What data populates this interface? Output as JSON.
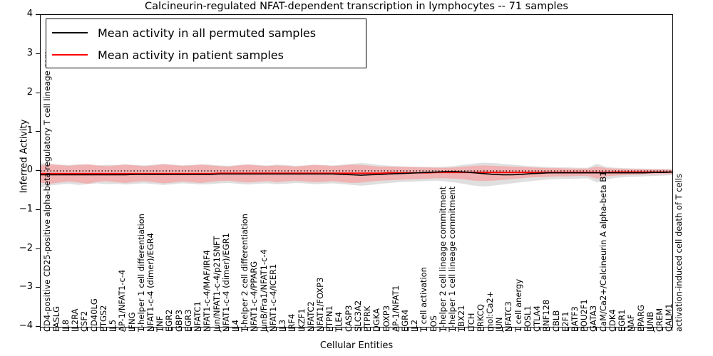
{
  "chart_data": {
    "type": "line",
    "title": "Calcineurin-regulated NFAT-dependent transcription in lymphocytes -- 71 samples",
    "xlabel": "Cellular Entities",
    "ylabel": "Inferred Activity",
    "ylim": [
      -4,
      4
    ],
    "yticks": [
      "4",
      "3",
      "2",
      "1",
      "0",
      "-1",
      "-2",
      "-3",
      "-4"
    ],
    "grid": false,
    "legend_position": "upper-left",
    "legend": [
      {
        "label": "Mean activity in all permuted samples",
        "color": "#000000"
      },
      {
        "label": "Mean activity in patient samples",
        "color": "#ff0000"
      }
    ],
    "categories": [
      "CD4-positive CD25-positive alpha-beta regulatory T cell lineage com",
      "FASLG",
      "IL8",
      "IL2RA",
      "CSF2",
      "CD40LG",
      "PTGS2",
      "IL5",
      "AP-1/NFAT1-c-4",
      "IFNG",
      "T-helper 1 cell differentiation",
      "NFAT1-c-4 (dimer)/EGR4",
      "TNF",
      "EGR2",
      "GBP3",
      "EGR3",
      "NFATC1",
      "NFAT1-c-4/MAF/IRF4",
      "Jun/NFAT1-c-4/p21SNFT",
      "NFAT1-c-4 (dimer)/EGR1",
      "IL4",
      "T-helper 2 cell differentiation",
      "NFAT1-c-4/PPARG",
      "JunB/Fra1/NFAT1-c-4",
      "NFAT1-c-4/ICER1",
      "IL3",
      "IRF4",
      "IKZF1",
      "NFATC2",
      "NFAT1/FOXP3",
      "PTPN1",
      "TLE4",
      "CASP3",
      "SLC3A2",
      "PTPRK",
      "DGKA",
      "FOXP3",
      "AP-1/NFAT1",
      "EGR4",
      "IL2",
      "T cell activation",
      "FOS",
      "T-helper 2 cell lineage commitment",
      "T-helper 1 cell lineage commitment",
      "TBX21",
      "ITCH",
      "PRKCQ",
      "mol:Ca2+",
      "JUN",
      "NFATC3",
      "T cell anergy",
      "FOSL1",
      "CTLA4",
      "RNF128",
      "CBLB",
      "E2F1",
      "BATF3",
      "POU2F1",
      "GATA3",
      "CaM/Ca2+/Calcineurin A alpha-beta B1",
      "CDK4",
      "EGR1",
      "MAF",
      "PPARG",
      "JUNB",
      "CREM",
      "CALM1",
      "activation-induced cell death of T cells"
    ],
    "series": [
      {
        "name": "Mean activity in all permuted samples",
        "color": "#000000",
        "values": [
          -0.1,
          -0.1,
          -0.1,
          -0.1,
          -0.1,
          -0.1,
          -0.1,
          -0.1,
          -0.1,
          -0.1,
          -0.09,
          -0.09,
          -0.09,
          -0.09,
          -0.09,
          -0.09,
          -0.09,
          -0.09,
          -0.09,
          -0.08,
          -0.08,
          -0.08,
          -0.08,
          -0.08,
          -0.08,
          -0.08,
          -0.08,
          -0.08,
          -0.08,
          -0.08,
          -0.08,
          -0.08,
          -0.09,
          -0.1,
          -0.11,
          -0.1,
          -0.09,
          -0.08,
          -0.07,
          -0.06,
          -0.05,
          -0.04,
          -0.03,
          -0.02,
          -0.02,
          -0.03,
          -0.05,
          -0.07,
          -0.09,
          -0.1,
          -0.1,
          -0.09,
          -0.07,
          -0.06,
          -0.05,
          -0.05,
          -0.05,
          -0.05,
          -0.05,
          -0.05,
          -0.05,
          -0.05,
          -0.05,
          -0.05,
          -0.05,
          -0.04,
          -0.04,
          -0.03,
          -0.03
        ],
        "band_lower": [
          -0.42,
          -0.38,
          -0.35,
          -0.33,
          -0.36,
          -0.34,
          -0.32,
          -0.34,
          -0.33,
          -0.35,
          -0.33,
          -0.32,
          -0.34,
          -0.36,
          -0.34,
          -0.32,
          -0.33,
          -0.35,
          -0.34,
          -0.32,
          -0.31,
          -0.33,
          -0.35,
          -0.33,
          -0.32,
          -0.34,
          -0.33,
          -0.31,
          -0.32,
          -0.34,
          -0.33,
          -0.32,
          -0.34,
          -0.36,
          -0.38,
          -0.36,
          -0.33,
          -0.31,
          -0.29,
          -0.28,
          -0.27,
          -0.26,
          -0.25,
          -0.27,
          -0.3,
          -0.34,
          -0.38,
          -0.4,
          -0.38,
          -0.35,
          -0.32,
          -0.29,
          -0.26,
          -0.24,
          -0.22,
          -0.21,
          -0.2,
          -0.2,
          -0.19,
          -0.3,
          -0.22,
          -0.18,
          -0.16,
          -0.15,
          -0.14,
          -0.13,
          -0.12,
          -0.11,
          -0.1
        ],
        "band_upper": [
          0.2,
          0.18,
          0.16,
          0.15,
          0.17,
          0.16,
          0.14,
          0.16,
          0.15,
          0.17,
          0.15,
          0.14,
          0.16,
          0.18,
          0.16,
          0.14,
          0.15,
          0.17,
          0.16,
          0.14,
          0.13,
          0.15,
          0.17,
          0.15,
          0.14,
          0.16,
          0.15,
          0.13,
          0.14,
          0.16,
          0.15,
          0.14,
          0.16,
          0.18,
          0.2,
          0.18,
          0.15,
          0.13,
          0.12,
          0.11,
          0.11,
          0.1,
          0.1,
          0.11,
          0.13,
          0.16,
          0.19,
          0.21,
          0.2,
          0.18,
          0.16,
          0.14,
          0.12,
          0.11,
          0.1,
          0.09,
          0.09,
          0.08,
          0.08,
          0.18,
          0.1,
          0.08,
          0.07,
          0.06,
          0.06,
          0.05,
          0.05,
          0.04,
          0.04
        ]
      },
      {
        "name": "Mean activity in patient samples",
        "color": "#ff0000",
        "values": [
          -0.07,
          -0.07,
          -0.07,
          -0.07,
          -0.07,
          -0.07,
          -0.07,
          -0.07,
          -0.07,
          -0.07,
          -0.07,
          -0.07,
          -0.07,
          -0.07,
          -0.07,
          -0.07,
          -0.07,
          -0.07,
          -0.07,
          -0.06,
          -0.06,
          -0.06,
          -0.06,
          -0.06,
          -0.06,
          -0.06,
          -0.06,
          -0.06,
          -0.06,
          -0.06,
          -0.06,
          -0.06,
          -0.06,
          -0.06,
          -0.06,
          -0.06,
          -0.06,
          -0.05,
          -0.05,
          -0.05,
          -0.05,
          -0.05,
          -0.04,
          -0.04,
          -0.04,
          -0.04,
          -0.04,
          -0.04,
          -0.04,
          -0.04,
          -0.04,
          -0.04,
          -0.04,
          -0.04,
          -0.04,
          -0.04,
          -0.04,
          -0.04,
          -0.04,
          -0.04,
          -0.04,
          -0.03,
          -0.03,
          -0.03,
          -0.03,
          -0.03,
          -0.03,
          -0.03,
          -0.03
        ],
        "band_lower": [
          -0.3,
          -0.33,
          -0.3,
          -0.27,
          -0.3,
          -0.33,
          -0.28,
          -0.26,
          -0.29,
          -0.31,
          -0.28,
          -0.26,
          -0.29,
          -0.32,
          -0.3,
          -0.27,
          -0.29,
          -0.31,
          -0.28,
          -0.26,
          -0.25,
          -0.28,
          -0.3,
          -0.28,
          -0.26,
          -0.29,
          -0.27,
          -0.25,
          -0.27,
          -0.29,
          -0.28,
          -0.26,
          -0.29,
          -0.31,
          -0.3,
          -0.27,
          -0.25,
          -0.24,
          -0.23,
          -0.22,
          -0.21,
          -0.2,
          -0.19,
          -0.19,
          -0.2,
          -0.22,
          -0.25,
          -0.26,
          -0.25,
          -0.23,
          -0.21,
          -0.19,
          -0.17,
          -0.16,
          -0.15,
          -0.14,
          -0.14,
          -0.13,
          -0.13,
          -0.2,
          -0.14,
          -0.12,
          -0.11,
          -0.1,
          -0.09,
          -0.09,
          -0.08,
          -0.08,
          -0.07
        ],
        "band_upper": [
          0.14,
          0.17,
          0.15,
          0.13,
          0.15,
          0.17,
          0.14,
          0.12,
          0.14,
          0.16,
          0.14,
          0.12,
          0.14,
          0.17,
          0.15,
          0.13,
          0.14,
          0.16,
          0.14,
          0.12,
          0.11,
          0.14,
          0.16,
          0.14,
          0.12,
          0.14,
          0.13,
          0.11,
          0.13,
          0.15,
          0.14,
          0.12,
          0.14,
          0.16,
          0.15,
          0.13,
          0.11,
          0.11,
          0.1,
          0.1,
          0.09,
          0.09,
          0.08,
          0.08,
          0.09,
          0.11,
          0.13,
          0.14,
          0.13,
          0.12,
          0.11,
          0.1,
          0.09,
          0.08,
          0.07,
          0.07,
          0.06,
          0.06,
          0.06,
          0.11,
          0.07,
          0.06,
          0.05,
          0.05,
          0.04,
          0.04,
          0.04,
          0.03,
          0.03
        ]
      }
    ],
    "reference_line": {
      "y": 0,
      "style": "dotted",
      "color": "#000000"
    },
    "band_colors": {
      "permuted": "#d9d9d9",
      "patient": "#f4a6a6"
    }
  }
}
